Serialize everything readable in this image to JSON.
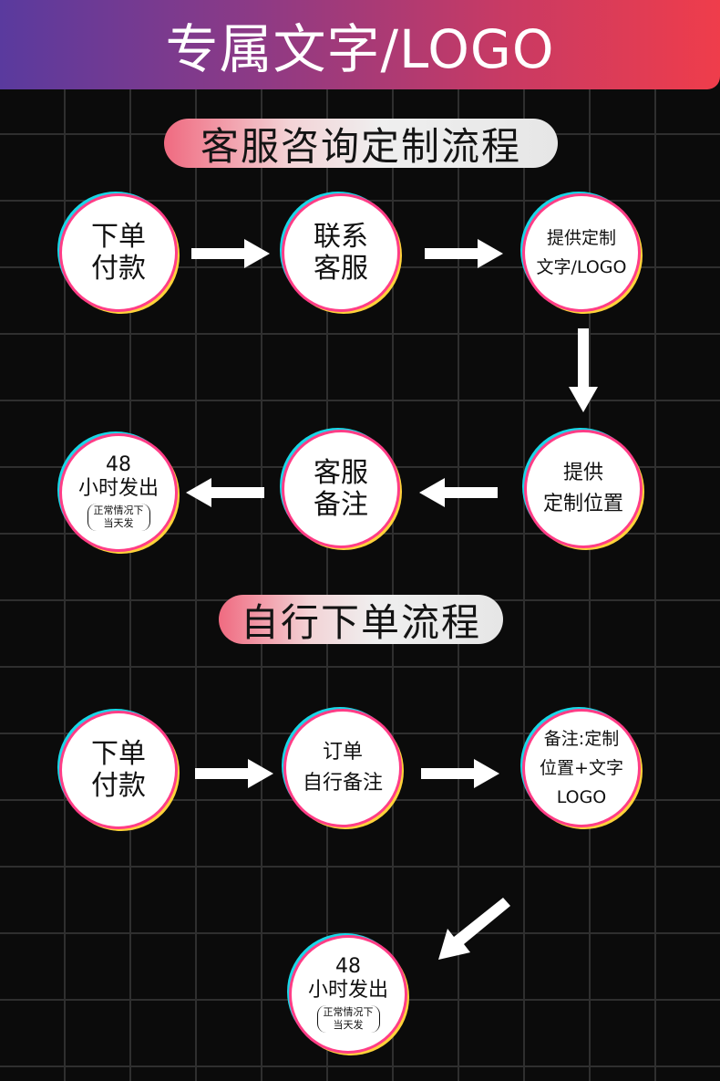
{
  "header": {
    "title": "专属文字/LOGO"
  },
  "section1": {
    "title": "客服咨询定制流程",
    "nodes": {
      "n1": [
        "下单",
        "付款"
      ],
      "n2": [
        "联系",
        "客服"
      ],
      "n3": [
        "提供定制",
        "文字/LOGO"
      ],
      "n4": [
        "提供",
        "定制位置"
      ],
      "n5": [
        "客服",
        "备注"
      ],
      "n6": {
        "num": "48",
        "text": "小时发出",
        "note1": "正常情况下",
        "note2": "当天发"
      }
    }
  },
  "section2": {
    "title": "自行下单流程",
    "nodes": {
      "n1": [
        "下单",
        "付款"
      ],
      "n2": [
        "订单",
        "自行备注"
      ],
      "n3": [
        "备注:定制",
        "位置+文字",
        "LOGO"
      ],
      "n4": {
        "num": "48",
        "text": "小时发出",
        "note1": "正常情况下",
        "note2": "当天发"
      }
    }
  },
  "colors": {
    "ring_pink": "#ff3d86",
    "ring_cyan": "#18d8e8",
    "ring_yellow": "#ffd33a",
    "arrow": "#ffffff"
  }
}
